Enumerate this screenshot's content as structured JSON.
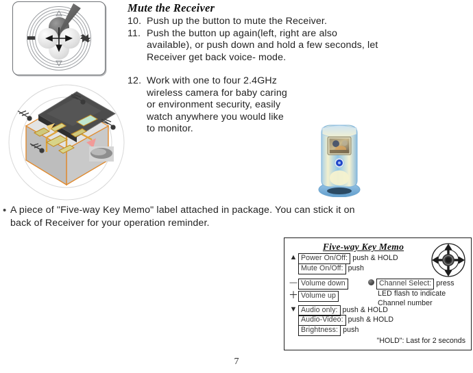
{
  "page": {
    "number": "7"
  },
  "instructions": {
    "heading": "Mute the Receiver",
    "steps": [
      {
        "number": "10.",
        "text": "Push up the button to mute the Receiver."
      },
      {
        "number": "11.",
        "text": "Push the button up again(left, right are also available), or push down and hold a few seconds, let Receiver get back voice- mode."
      },
      {
        "number": "12.",
        "text": "Work with one to four 2.4GHz wireless camera for baby caring or environment security, easily watch anywhere you would like to monitor."
      }
    ]
  },
  "bullet_note": {
    "marker": "•",
    "text": "A piece of \"Five-way Key Memo\" label attached in package. You can stick it on back of Receiver for your operation reminder."
  },
  "memo_card": {
    "title": "Five-way Key Memo",
    "keypad_icon": "five-way-key-icon",
    "rows": [
      {
        "glyph": "▲",
        "glyph_name": "up-arrow-icon",
        "label": "Power On/Off:",
        "value": "push & HOLD"
      },
      {
        "glyph": "",
        "glyph_name": "",
        "label": "Mute On/Off:",
        "value": "push"
      },
      {
        "glyph": "—",
        "glyph_name": "minus-icon",
        "label": "Volume down",
        "value": ""
      },
      {
        "glyph": "＋",
        "glyph_name": "plus-icon",
        "label": "Volume up",
        "value": ""
      },
      {
        "glyph": "▼",
        "glyph_name": "down-arrow-icon",
        "label": "Audio only:",
        "value": "push & HOLD"
      },
      {
        "glyph": "",
        "glyph_name": "",
        "label": "Audio-Video:",
        "value": "push & HOLD"
      },
      {
        "glyph": "",
        "glyph_name": "",
        "label": "Brightness:",
        "value": "push"
      }
    ],
    "channel": {
      "dot_name": "led-dot-icon",
      "label": "Channel Select:",
      "value": "press",
      "note_line_1": "LED flash to indicate",
      "note_line_2": "Channel number"
    },
    "hold_note": "\"HOLD\": Last for 2 seconds"
  },
  "illustrations": {
    "joystick": "joystick-button-diagram",
    "house": "house-coverage-diagram",
    "monitor": "baby-monitor-device-image"
  }
}
